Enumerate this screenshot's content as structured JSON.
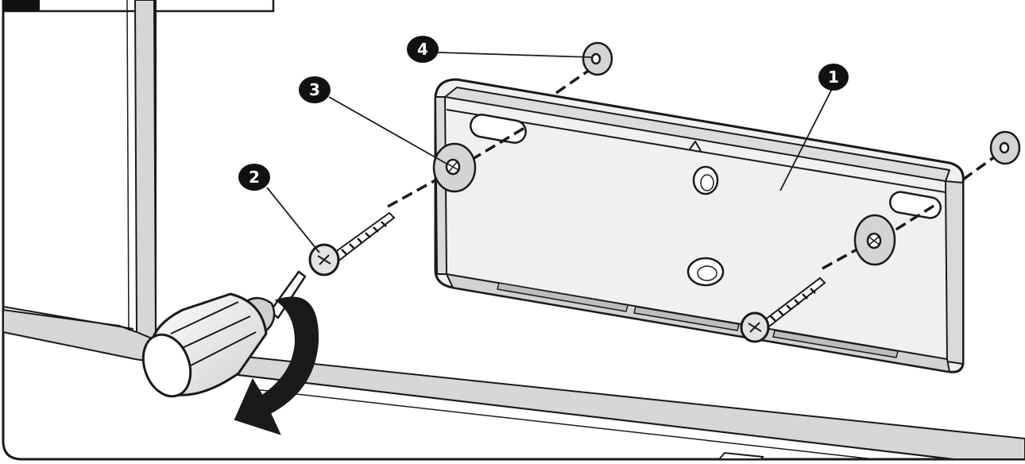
{
  "callouts": {
    "one": "1",
    "two": "2",
    "three": "3",
    "four": "4"
  },
  "colors": {
    "outline": "#1a1a1a",
    "panel_fill": "#ececec",
    "frame_fill": "#d6d6d6",
    "callout_fill": "#111111",
    "callout_text": "#ffffff"
  },
  "icons": {
    "rotation_arrow": "curved-arrow-icon",
    "tool": "screwdriver-icon"
  }
}
